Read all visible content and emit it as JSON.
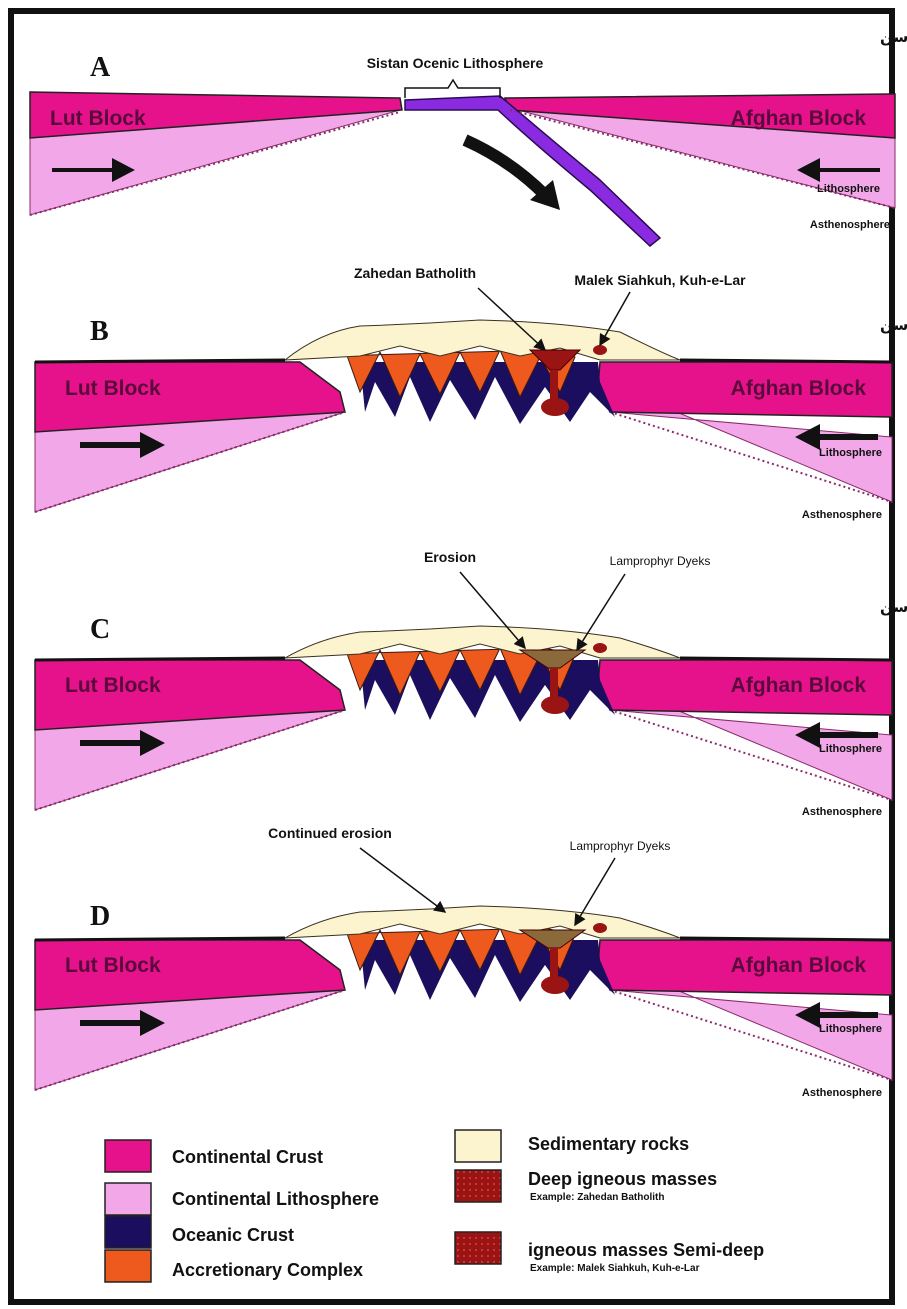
{
  "colors": {
    "continental_crust": "#e6128c",
    "continental_lithosphere": "#f2a8e8",
    "oceanic_crust": "#1c0e5e",
    "accretionary_complex": "#ee5a1e",
    "sedimentary_rocks": "#fbf4cf",
    "deep_igneous": "#9b1414",
    "slab": "#8a2be2"
  },
  "panels": [
    {
      "letter": "A",
      "persian": "کرتاسه فوقانی تا اوائل ائوسن",
      "left_block": "Lut Block",
      "right_block": "Afghan Block",
      "lithosphere": "Lithosphere",
      "asthenosphere": "Asthenosphere",
      "annotation_1": "Sistan Ocenic Lithosphere"
    },
    {
      "letter": "B",
      "persian": "الیگو-میوسن",
      "left_block": "Lut Block",
      "right_block": "Afghan Block",
      "lithosphere": "Lithosphere",
      "asthenosphere": "Asthenosphere",
      "annotation_1": "Zahedan Batholith",
      "annotation_2": "Malek Siahkuh, Kuh-e-Lar"
    },
    {
      "letter": "C",
      "persian": "بعد از الیگو- میوسن",
      "left_block": "Lut Block",
      "right_block": "Afghan Block",
      "lithosphere": "Lithosphere",
      "asthenosphere": "Asthenosphere",
      "annotation_1": "Erosion",
      "annotation_2": "Lamprophyr Dyeks"
    },
    {
      "letter": "D",
      "left_block": "Lut Block",
      "right_block": "Afghan Block",
      "lithosphere": "Lithosphere",
      "asthenosphere": "Asthenosphere",
      "annotation_1": "Continued erosion",
      "annotation_2": "Lamprophyr Dyeks"
    }
  ],
  "legend": {
    "left": [
      {
        "label": "Continental Crust",
        "color": "#e6128c"
      },
      {
        "label": "Continental Lithosphere",
        "color": "#f2a8e8"
      },
      {
        "label": "Oceanic Crust",
        "color": "#1c0e5e"
      },
      {
        "label": "Accretionary Complex",
        "color": "#ee5a1e"
      }
    ],
    "right": [
      {
        "label": "Sedimentary rocks",
        "color": "#fbf4cf"
      },
      {
        "label": "Deep igneous masses",
        "sublabel": "Example: Zahedan Batholith",
        "color": "#9b1414"
      },
      {
        "label": "igneous masses Semi-deep",
        "sublabel": "Example: Malek Siahkuh, Kuh-e-Lar",
        "color": "#9b1414"
      }
    ]
  }
}
